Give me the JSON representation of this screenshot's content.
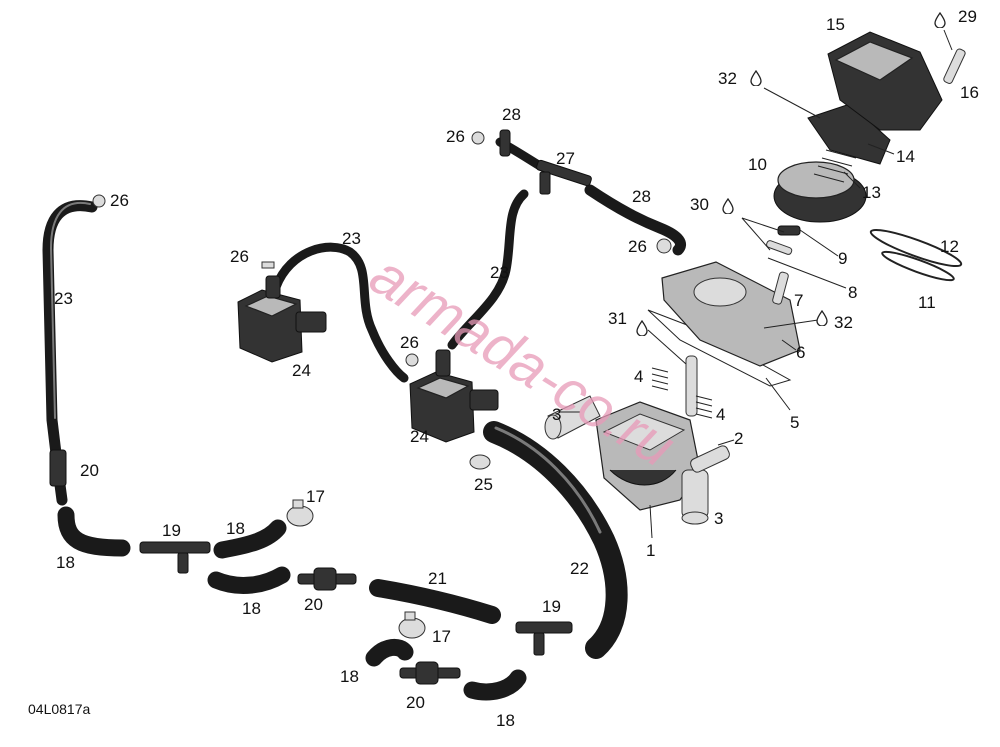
{
  "diagram_code": "04L0817a",
  "watermark": "armada-co.ru",
  "drop_icon": "lubricant-drop-icon",
  "callouts": [
    {
      "id": "c1",
      "text": "1"
    },
    {
      "id": "c2",
      "text": "2"
    },
    {
      "id": "c3a",
      "text": "3"
    },
    {
      "id": "c3b",
      "text": "3"
    },
    {
      "id": "c4a",
      "text": "4"
    },
    {
      "id": "c4b",
      "text": "4"
    },
    {
      "id": "c5",
      "text": "5"
    },
    {
      "id": "c6",
      "text": "6"
    },
    {
      "id": "c7",
      "text": "7"
    },
    {
      "id": "c8",
      "text": "8"
    },
    {
      "id": "c9",
      "text": "9"
    },
    {
      "id": "c10",
      "text": "10"
    },
    {
      "id": "c11",
      "text": "11"
    },
    {
      "id": "c12",
      "text": "12"
    },
    {
      "id": "c13",
      "text": "13"
    },
    {
      "id": "c14",
      "text": "14"
    },
    {
      "id": "c15",
      "text": "15"
    },
    {
      "id": "c16",
      "text": "16"
    },
    {
      "id": "c17a",
      "text": "17"
    },
    {
      "id": "c17b",
      "text": "17"
    },
    {
      "id": "c18a",
      "text": "18"
    },
    {
      "id": "c18b",
      "text": "18"
    },
    {
      "id": "c18c",
      "text": "18"
    },
    {
      "id": "c18d",
      "text": "18"
    },
    {
      "id": "c18e",
      "text": "18"
    },
    {
      "id": "c19a",
      "text": "19"
    },
    {
      "id": "c19b",
      "text": "19"
    },
    {
      "id": "c20a",
      "text": "20"
    },
    {
      "id": "c20b",
      "text": "20"
    },
    {
      "id": "c20c",
      "text": "20"
    },
    {
      "id": "c21",
      "text": "21"
    },
    {
      "id": "c22",
      "text": "22"
    },
    {
      "id": "c23a",
      "text": "23"
    },
    {
      "id": "c23b",
      "text": "23"
    },
    {
      "id": "c23c",
      "text": "23"
    },
    {
      "id": "c24a",
      "text": "24"
    },
    {
      "id": "c24b",
      "text": "24"
    },
    {
      "id": "c25",
      "text": "25"
    },
    {
      "id": "c26a",
      "text": "26"
    },
    {
      "id": "c26b",
      "text": "26"
    },
    {
      "id": "c26c",
      "text": "26"
    },
    {
      "id": "c26d",
      "text": "26"
    },
    {
      "id": "c26e",
      "text": "26"
    },
    {
      "id": "c27",
      "text": "27"
    },
    {
      "id": "c28a",
      "text": "28"
    },
    {
      "id": "c28b",
      "text": "28"
    },
    {
      "id": "c29",
      "text": "29"
    },
    {
      "id": "c30",
      "text": "30"
    },
    {
      "id": "c31",
      "text": "31"
    },
    {
      "id": "c32a",
      "text": "32"
    },
    {
      "id": "c32b",
      "text": "32"
    }
  ]
}
